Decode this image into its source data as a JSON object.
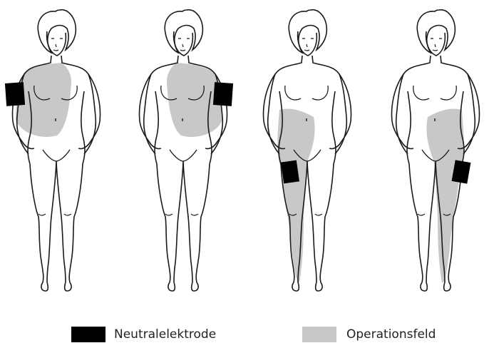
{
  "colors": {
    "outline": "#1a1a1a",
    "electrode": "#000000",
    "field": "#c8c8c8",
    "background": "#ffffff"
  },
  "figures": [
    {
      "id": "figure-1",
      "operationsfeld": "right-upper-torso",
      "neutralelektrode": "right-upper-arm"
    },
    {
      "id": "figure-2",
      "operationsfeld": "left-upper-torso",
      "neutralelektrode": "left-upper-arm"
    },
    {
      "id": "figure-3",
      "operationsfeld": "right-hip-and-leg",
      "neutralelektrode": "right-thigh"
    },
    {
      "id": "figure-4",
      "operationsfeld": "left-hip-and-leg",
      "neutralelektrode": "left-thigh"
    }
  ],
  "legend": {
    "electrode_label": "Neutralelektrode",
    "field_label": "Operationsfeld"
  }
}
